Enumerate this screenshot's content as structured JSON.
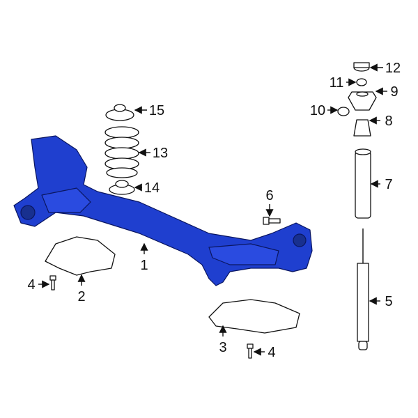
{
  "diagram": {
    "highlight_color": "#1f3fcf",
    "callouts": [
      {
        "id": "1",
        "label": "1",
        "part": "axle-beam"
      },
      {
        "id": "2",
        "label": "2",
        "part": "left-shield"
      },
      {
        "id": "3",
        "label": "3",
        "part": "right-shield"
      },
      {
        "id": "4a",
        "label": "4",
        "part": "left-shield-bolt"
      },
      {
        "id": "4b",
        "label": "4",
        "part": "right-shield-bolt"
      },
      {
        "id": "5",
        "label": "5",
        "part": "shock-absorber"
      },
      {
        "id": "6",
        "label": "6",
        "part": "axle-bolt"
      },
      {
        "id": "7",
        "label": "7",
        "part": "dust-boot"
      },
      {
        "id": "8",
        "label": "8",
        "part": "bump-stop"
      },
      {
        "id": "9",
        "label": "9",
        "part": "upper-mount"
      },
      {
        "id": "10",
        "label": "10",
        "part": "mount-nut"
      },
      {
        "id": "11",
        "label": "11",
        "part": "lock-nut"
      },
      {
        "id": "12",
        "label": "12",
        "part": "cap"
      },
      {
        "id": "13",
        "label": "13",
        "part": "coil-spring"
      },
      {
        "id": "14",
        "label": "14",
        "part": "lower-spring-seat"
      },
      {
        "id": "15",
        "label": "15",
        "part": "upper-spring-seat"
      }
    ]
  }
}
